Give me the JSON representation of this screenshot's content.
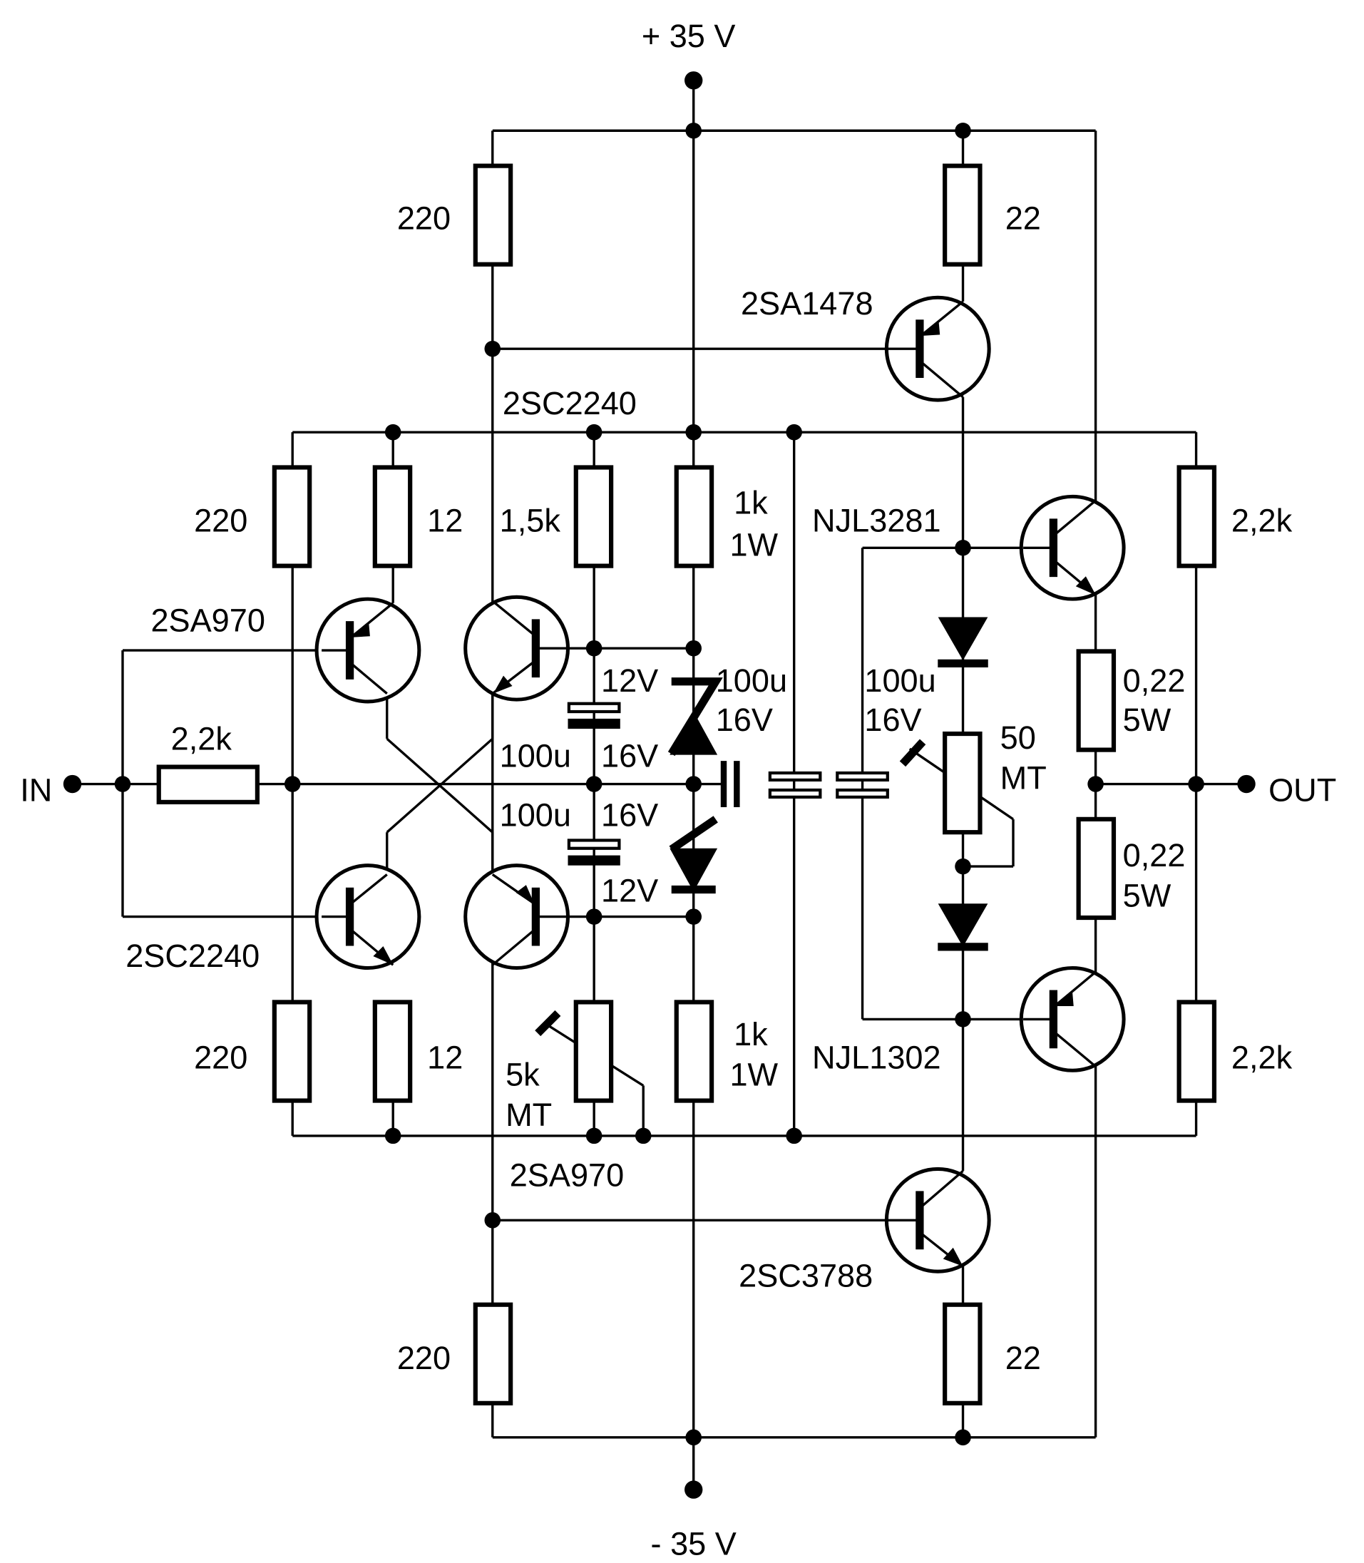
{
  "rails": {
    "positive": "+ 35 V",
    "negative": "- 35 V"
  },
  "io": {
    "input": "IN",
    "output": "OUT"
  },
  "labels": {
    "r220_top": "220",
    "r22_top": "22",
    "q_2sa1478": "2SA1478",
    "q_2sc2240_top": "2SC2240",
    "r220_left_top": "220",
    "r12_top": "12",
    "r1k5": "1,5k",
    "r1k_top_a": "1k",
    "r1k_top_b": "1W",
    "q_njl3281": "NJL3281",
    "r2k2_right_top": "2,2k",
    "q_2sa970_top": "2SA970",
    "c_top_zener_v": "12V",
    "c_top_right_a": "100u",
    "c_top_right_b": "16V",
    "c_mid_left_a": "100u",
    "c_mid_left_b": "16V",
    "r022_top_a": "0,22",
    "r022_top_b": "5W",
    "pot50_a": "50",
    "pot50_b": "MT",
    "r2k2_in": "2,2k",
    "c_top_small_a": "100u",
    "c_top_small_b": "16V",
    "c_bot_small_a": "100u",
    "c_bot_small_b": "16V",
    "c_bot_zener_v": "12V",
    "r022_bot_a": "0,22",
    "r022_bot_b": "5W",
    "q_2sc2240_bot": "2SC2240",
    "r220_left_bot": "220",
    "r12_bot": "12",
    "pot5k_a": "5k",
    "pot5k_b": "MT",
    "r1k_bot_a": "1k",
    "r1k_bot_b": "1W",
    "q_njl1302": "NJL1302",
    "r2k2_right_bot": "2,2k",
    "q_2sa970_bot": "2SA970",
    "q_2sc3788": "2SC3788",
    "r220_bot": "220",
    "r22_bot": "22"
  }
}
